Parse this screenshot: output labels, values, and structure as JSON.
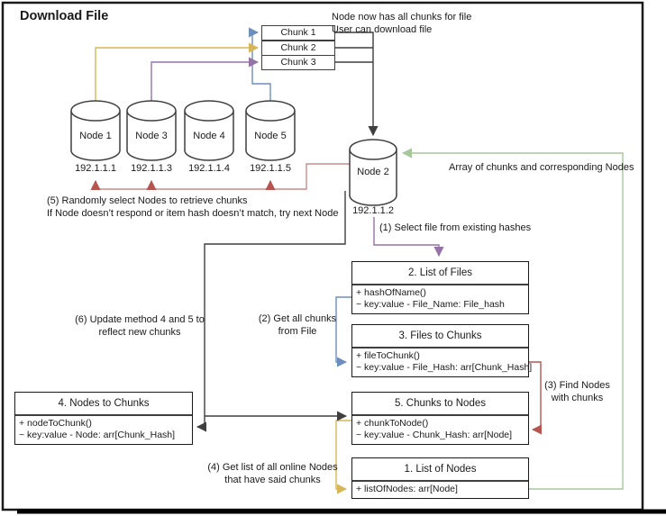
{
  "title": "Download File",
  "notes": {
    "top_right": [
      "Node now has all chunks for file",
      "User can download file"
    ],
    "step1": "(1) Select file from existing hashes",
    "step2": [
      "(2) Get all chunks",
      "from File"
    ],
    "step3": [
      "(3) Find Nodes",
      "with chunks"
    ],
    "step4": [
      "(4) Get list of all online Nodes",
      "that have said chunks"
    ],
    "step5": [
      "(5) Randomly select Nodes to retrieve chunks",
      "If Node doesn’t respond or item hash doesn’t match, try next Node"
    ],
    "step6": [
      "(6) Update method 4 and 5 to",
      "reflect new chunks"
    ],
    "green_label": "Array of chunks and corresponding Nodes"
  },
  "chunks": [
    {
      "label": "Chunk 1"
    },
    {
      "label": "Chunk 2"
    },
    {
      "label": "Chunk 3"
    }
  ],
  "nodes": [
    {
      "name": "Node 1",
      "ip": "192.1.1.1"
    },
    {
      "name": "Node 3",
      "ip": "192.1.1.3"
    },
    {
      "name": "Node 4",
      "ip": "192.1.1.4"
    },
    {
      "name": "Node 5",
      "ip": "192.1.1.5"
    },
    {
      "name": "Node 2",
      "ip": "192.1.1.2"
    }
  ],
  "tables": [
    {
      "title": "2. List of Files",
      "lines": [
        "+ hashOfName()",
        "~ key:value - File_Name: File_hash"
      ]
    },
    {
      "title": "3. Files to Chunks",
      "lines": [
        "+ fileToChunk()",
        "~ key:value - File_Hash: arr[Chunk_Hash]"
      ]
    },
    {
      "title": "4. Nodes to Chunks",
      "lines": [
        "+ nodeToChunk()",
        "~ key:value - Node: arr[Chunk_Hash]"
      ]
    },
    {
      "title": "5. Chunks to Nodes",
      "lines": [
        "+ chunkToNode()",
        "~ key:value - Chunk_Hash: arr[Node]"
      ]
    },
    {
      "title": "1. List of Nodes",
      "lines": [
        "+ listOfNodes: arr[Node]"
      ]
    }
  ],
  "colors": {
    "edge_black": "#3f3f3f",
    "edge_red": "#b85450",
    "edge_blue": "#6c8ebf",
    "edge_yellow": "#d6b656",
    "edge_purple": "#9673a6",
    "edge_green": "#a5c79a",
    "box_border": "#1a1a1a"
  }
}
